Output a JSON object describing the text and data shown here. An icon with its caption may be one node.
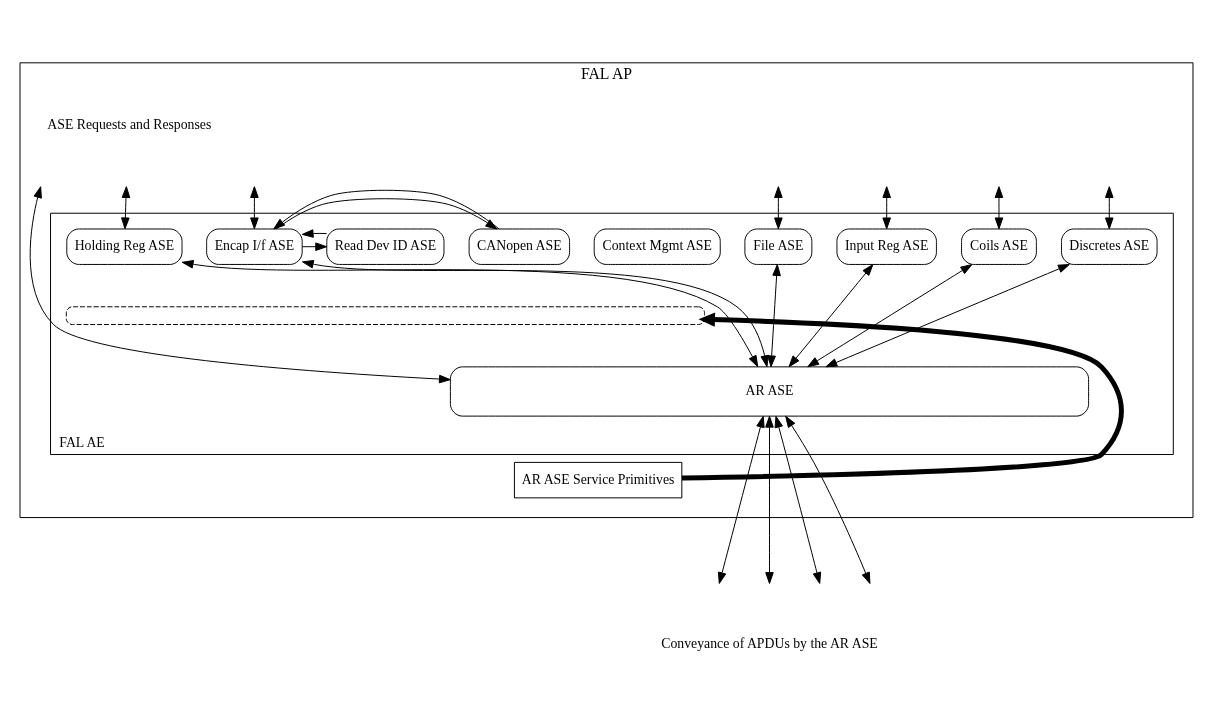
{
  "diagram": {
    "nodes": [
      {
        "text": [
          "FAL AP"
        ]
      },
      {
        "text": [
          "FAL AE"
        ],
        "in": 0
      },
      {
        "text": [
          "Discretes ASE"
        ],
        "in": 1
      },
      {
        "text": [
          "Coils ASE"
        ],
        "in": 1
      },
      {
        "text": [
          "Input Reg ASE"
        ],
        "in": 1
      },
      {
        "text": [
          "Holding Reg ASE"
        ],
        "in": 1
      },
      {
        "text": [
          "File ASE"
        ],
        "in": 1
      },
      {
        "text": [
          "Encap I/f ASE"
        ],
        "in": 1
      },
      {
        "text": [
          "Read Dev ID ASE"
        ],
        "in": 1
      },
      {
        "text": [
          "CANopen ASE"
        ],
        "in": 1
      },
      {
        "text": [
          "Context Mgmt ASE"
        ],
        "in": 1
      },
      {
        "text": [],
        "shape": "box",
        "in": 1
      },
      {
        "text": [
          "AR ASE"
        ],
        "in": 1
      },
      {
        "text": [
          "AR ASE Service Primitives"
        ],
        "in": 0
      }
    ],
    "edges": [
      {
        "from": null,
        "to": 2,
        "arrow": "both"
      },
      {
        "from": null,
        "to": 3,
        "arrow": "both"
      },
      {
        "from": null,
        "to": 4,
        "arrow": "both"
      },
      {
        "from": null,
        "to": 5,
        "arrow": "both"
      },
      {
        "from": null,
        "to": 6,
        "arrow": "both"
      },
      {
        "from": null,
        "to": 7,
        "arrow": "both"
      },
      {
        "from": null,
        "to": 12,
        "arrow": "both"
      },
      {
        "from": 7,
        "to": 8,
        "arrow": "to"
      },
      {
        "from": 7,
        "to": 9,
        "arrow": "to"
      },
      {
        "from": 8,
        "to": 7,
        "arrow": "to"
      },
      {
        "from": 9,
        "to": 7,
        "arrow": "to"
      },
      {
        "from": 2,
        "to": 12,
        "arrow": "both"
      },
      {
        "from": 3,
        "to": 12,
        "arrow": "both"
      },
      {
        "from": 4,
        "to": 12,
        "arrow": "both"
      },
      {
        "from": 5,
        "to": 12,
        "arrow": "both"
      },
      {
        "from": 6,
        "to": 12,
        "arrow": "both"
      },
      {
        "from": 7,
        "to": 12,
        "arrow": "both"
      },
      {
        "from": 13,
        "to": 11,
        "arrow": "to",
        "style": "thick"
      },
      {
        "from": 12,
        "to": null,
        "arrow": "both"
      },
      {
        "from": 12,
        "to": null,
        "arrow": "both"
      },
      {
        "from": 12,
        "to": null,
        "arrow": "both"
      },
      {
        "from": 12,
        "to": null,
        "arrow": "both"
      }
    ],
    "labels": [
      "ASE Requests and Responses",
      "Conveyance of APDUs by the AR ASE"
    ]
  }
}
